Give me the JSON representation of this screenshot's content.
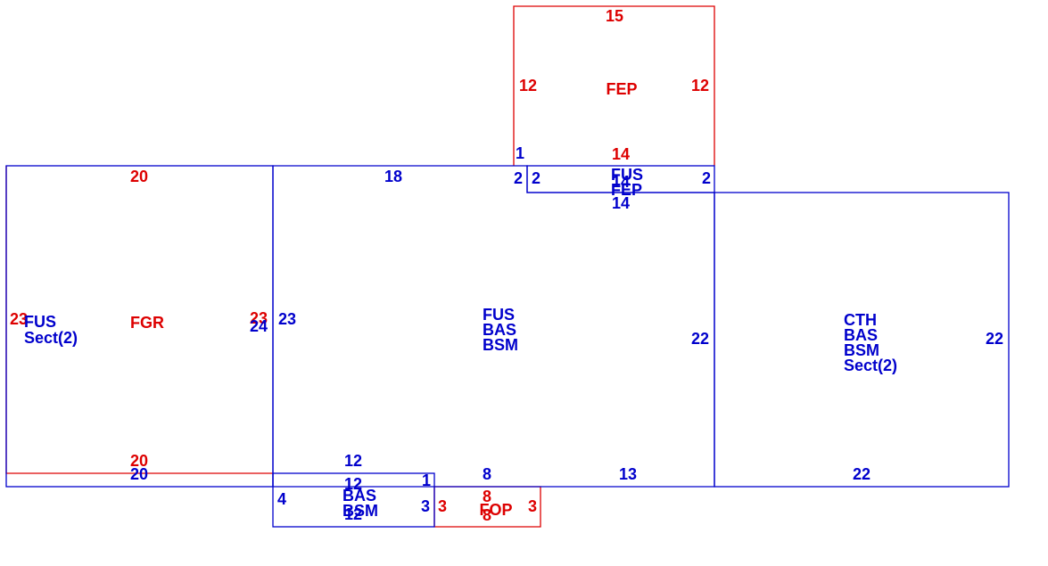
{
  "colors": {
    "living_area": "#0000cc",
    "non_living_area": "#dd0000"
  },
  "areas": {
    "fgr": {
      "label": "FGR",
      "dim_top": "20",
      "dim_bottom": "20",
      "dim_left": "23",
      "dim_right": "23"
    },
    "fus_left": {
      "line1": "FUS",
      "line2": "Sect(2)",
      "dim_right": "24",
      "dim_bottom": "20"
    },
    "main": {
      "line1": "FUS",
      "line2": "BAS",
      "line3": "BSM",
      "dim_top": "18",
      "dim_left": "23",
      "dim_right": "22",
      "dim_bottom_left": "12",
      "dim_bottom_mid": "8",
      "dim_bottom_right": "13",
      "dim_notch_left": "2",
      "dim_notch_vert": "1"
    },
    "fep": {
      "label": "FEP",
      "dim_top": "15",
      "dim_left": "12",
      "dim_right": "12",
      "dim_bottom": "14",
      "dim_notch": "1"
    },
    "strip": {
      "line1": "FUS",
      "line2": "FEP",
      "line3": "14",
      "dim_left": "2",
      "dim_right": "2",
      "dim_bottom": "14"
    },
    "cth": {
      "line1": "CTH",
      "line2": "BAS",
      "line3": "BSM",
      "line4": "Sect(2)",
      "dim_right": "22",
      "dim_bottom": "22"
    },
    "bay": {
      "line1": "BAS",
      "line2": "BSM",
      "dim_top": "12",
      "dim_bottom": "12",
      "dim_left": "4",
      "dim_right": "3",
      "dim_notch": "1"
    },
    "fop": {
      "label": "FOP",
      "dim_top": "8",
      "dim_bottom": "8",
      "dim_left": "3",
      "dim_right": "3"
    }
  }
}
